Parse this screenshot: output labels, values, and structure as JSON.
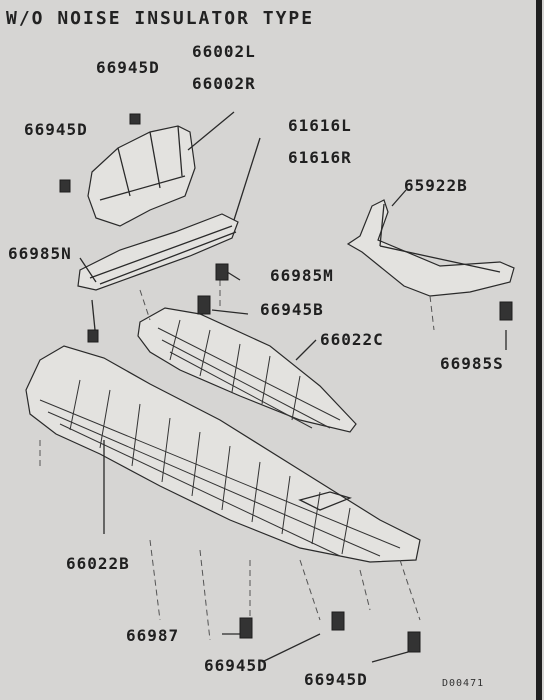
{
  "header": {
    "title": "W/O NOISE INSULATOR TYPE"
  },
  "labels": {
    "l66945D_top": "66945D",
    "l66002L": "66002L",
    "l66002R": "66002R",
    "l66945D_left": "66945D",
    "l61616L": "61616L",
    "l61616R": "61616R",
    "l65922B": "65922B",
    "l66985N": "66985N",
    "l66985M": "66985M",
    "l66945B": "66945B",
    "l66022C": "66022C",
    "l66985S": "66985S",
    "l66022B": "66022B",
    "l66987": "66987",
    "l66945D_bot1": "66945D",
    "l66945D_bot2": "66945D"
  },
  "footer": {
    "code": "D00471"
  }
}
